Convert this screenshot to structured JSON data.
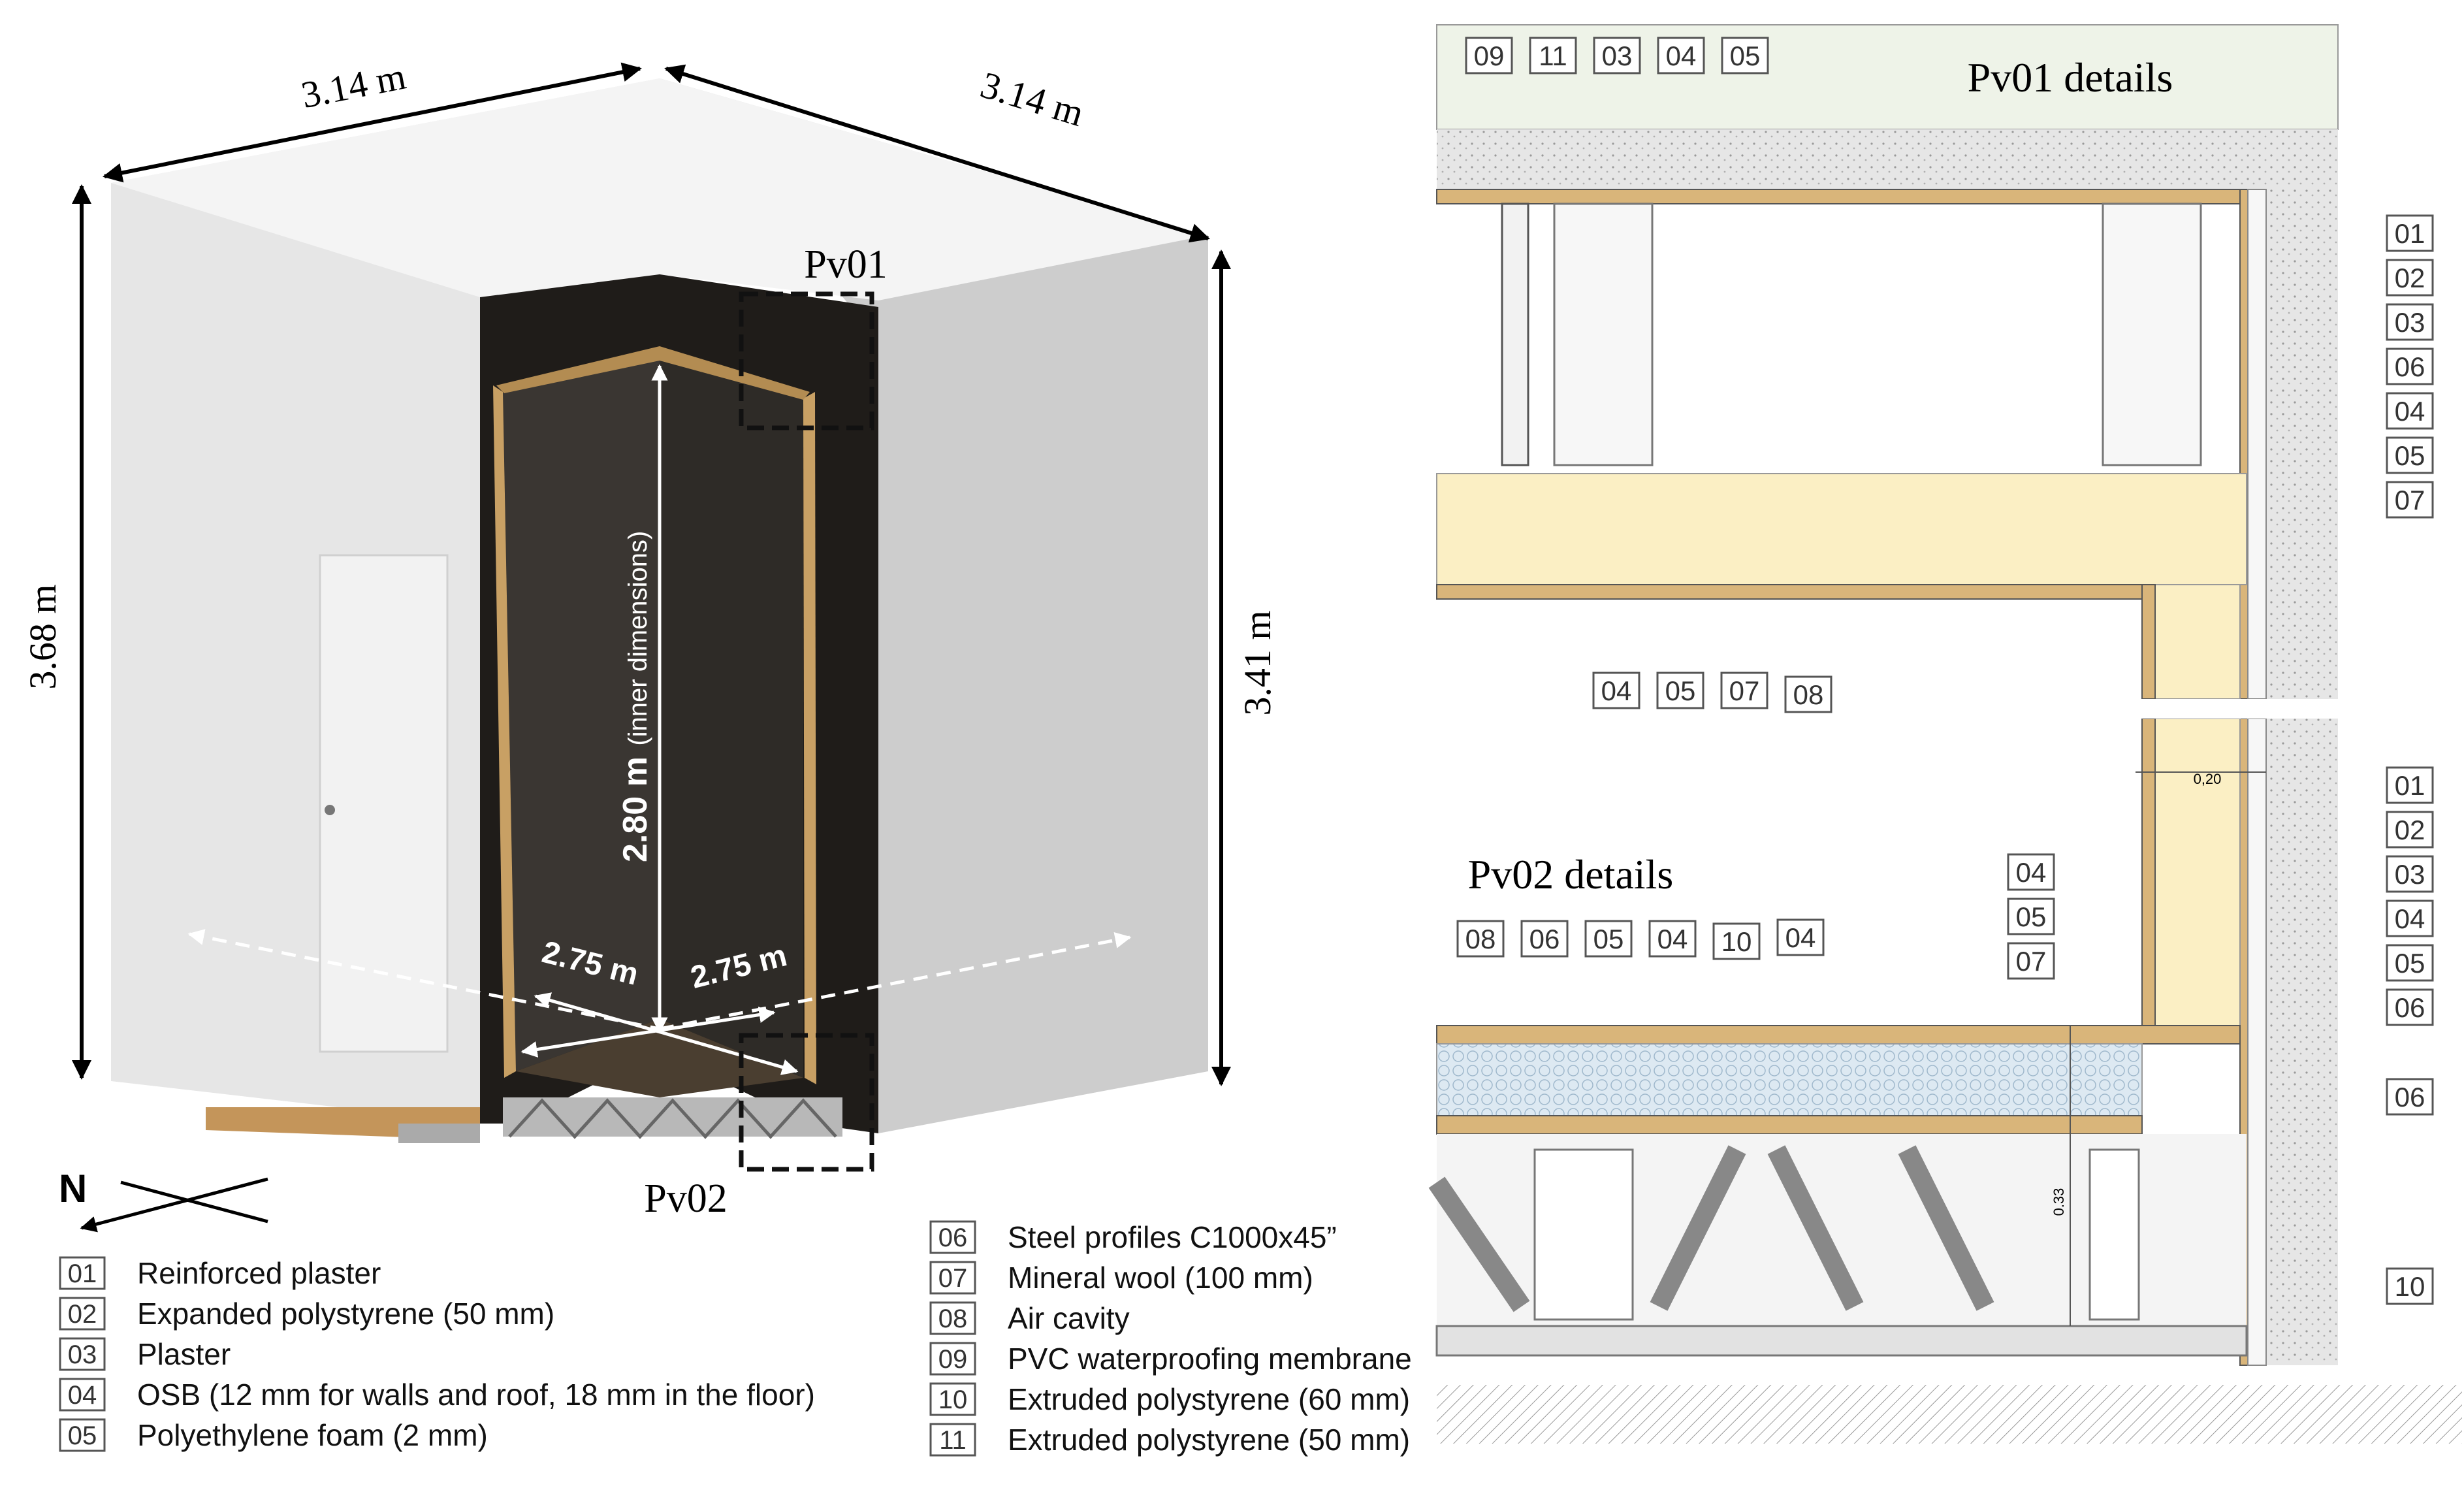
{
  "model_3d": {
    "dims": {
      "width_a": "3.14 m",
      "width_b": "3.14 m",
      "height_left": "3.68 m",
      "height_right": "3.41 m",
      "inner_height_bold": "2.80 m",
      "inner_height_note": "(inner dimensions)",
      "inner_width_a": "2.75 m",
      "inner_width_b": "2.75 m"
    },
    "labels": {
      "pv01": "Pv01",
      "pv02": "Pv02",
      "north": "N"
    }
  },
  "pv01_details": {
    "title": "Pv01 details",
    "top_tags": [
      "09",
      "11",
      "03",
      "04",
      "05"
    ],
    "right_tags": [
      "01",
      "02",
      "03",
      "06",
      "04",
      "05",
      "07"
    ],
    "bottom_tags": [
      "04",
      "05",
      "07",
      "08"
    ]
  },
  "pv02_details": {
    "title": "Pv02 details",
    "top_tags": [
      "08",
      "06",
      "05",
      "04",
      "10",
      "04"
    ],
    "left_tags": [
      "04",
      "05",
      "07"
    ],
    "right_tags": [
      "01",
      "02",
      "03",
      "04",
      "05",
      "06",
      "06",
      "10"
    ],
    "dim_020": "0,20",
    "dim_033": "0.33"
  },
  "legend": [
    {
      "num": "01",
      "text": "Reinforced plaster"
    },
    {
      "num": "02",
      "text": "Expanded polystyrene (50 mm)"
    },
    {
      "num": "03",
      "text": "Plaster"
    },
    {
      "num": "04",
      "text": "OSB (12 mm for walls and roof, 18 mm in the floor)"
    },
    {
      "num": "05",
      "text": "Polyethylene foam (2 mm)"
    },
    {
      "num": "06",
      "text": "Steel profiles C1000x45”"
    },
    {
      "num": "07",
      "text": "Mineral wool (100 mm)"
    },
    {
      "num": "08",
      "text": "Air cavity"
    },
    {
      "num": "09",
      "text": "PVC waterproofing membrane"
    },
    {
      "num": "10",
      "text": "Extruded polystyrene (60 mm)"
    },
    {
      "num": "11",
      "text": "Extruded polystyrene (50 mm)"
    }
  ],
  "colors": {
    "osb": "#d9b57a",
    "mineral_wool": "#fbefc4",
    "xps_blue": "#dde9f2",
    "interior": "#2b2824",
    "wall_light": "#e4e4e4",
    "roof_green": "#eef3e8"
  }
}
